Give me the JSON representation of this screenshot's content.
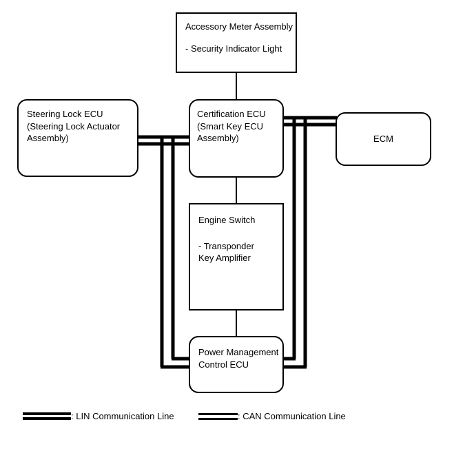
{
  "page": {
    "background_color": "#ffffff",
    "line_color": "#000000"
  },
  "boxes": {
    "accessory_meter": {
      "title": "Accessory Meter Assembly",
      "item": "- Security Indicator Light"
    },
    "steering_lock": {
      "line1": "Steering Lock ECU",
      "line2": "(Steering Lock Actuator Assembly)"
    },
    "certification": {
      "line1": "Certification ECU",
      "line2": "(Smart Key ECU Assembly)"
    },
    "ecm": {
      "label": "ECM"
    },
    "engine_switch": {
      "title": "Engine Switch",
      "item_line1": "- Transponder",
      "item_line2": "Key Amplifier"
    },
    "power_management": {
      "line1": "Power Management",
      "line2": "Control ECU"
    }
  },
  "connections": [
    {
      "type": "plain",
      "from": "accessory_meter",
      "to": "certification"
    },
    {
      "type": "plain",
      "from": "certification",
      "to": "engine_switch"
    },
    {
      "type": "plain",
      "from": "engine_switch",
      "to": "power_management"
    },
    {
      "type": "LIN",
      "nodes": [
        "steering_lock",
        "certification",
        "power_management"
      ]
    },
    {
      "type": "CAN",
      "nodes": [
        "certification",
        "ecm",
        "power_management"
      ]
    }
  ],
  "legend": {
    "lin_label": ": LIN Communication Line",
    "can_label": ": CAN Communication Line"
  }
}
